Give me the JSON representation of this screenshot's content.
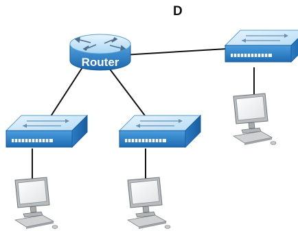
{
  "diagram": {
    "label": "D",
    "router": {
      "label": "Router",
      "icon": "router-icon"
    },
    "switches": [
      {
        "id": "switch-left",
        "icon": "switch-icon"
      },
      {
        "id": "switch-middle",
        "icon": "switch-icon"
      },
      {
        "id": "switch-right",
        "icon": "switch-icon"
      }
    ],
    "computers": [
      {
        "id": "pc-left",
        "icon": "desktop-computer-icon"
      },
      {
        "id": "pc-middle",
        "icon": "desktop-computer-icon"
      },
      {
        "id": "pc-right",
        "icon": "desktop-computer-icon"
      }
    ],
    "colors": {
      "device_top": "#cfe8f8",
      "device_side": "#3e8fd2",
      "device_front": "#2a78bf",
      "link": "#111111",
      "monitor": "#c9cbcd"
    }
  }
}
